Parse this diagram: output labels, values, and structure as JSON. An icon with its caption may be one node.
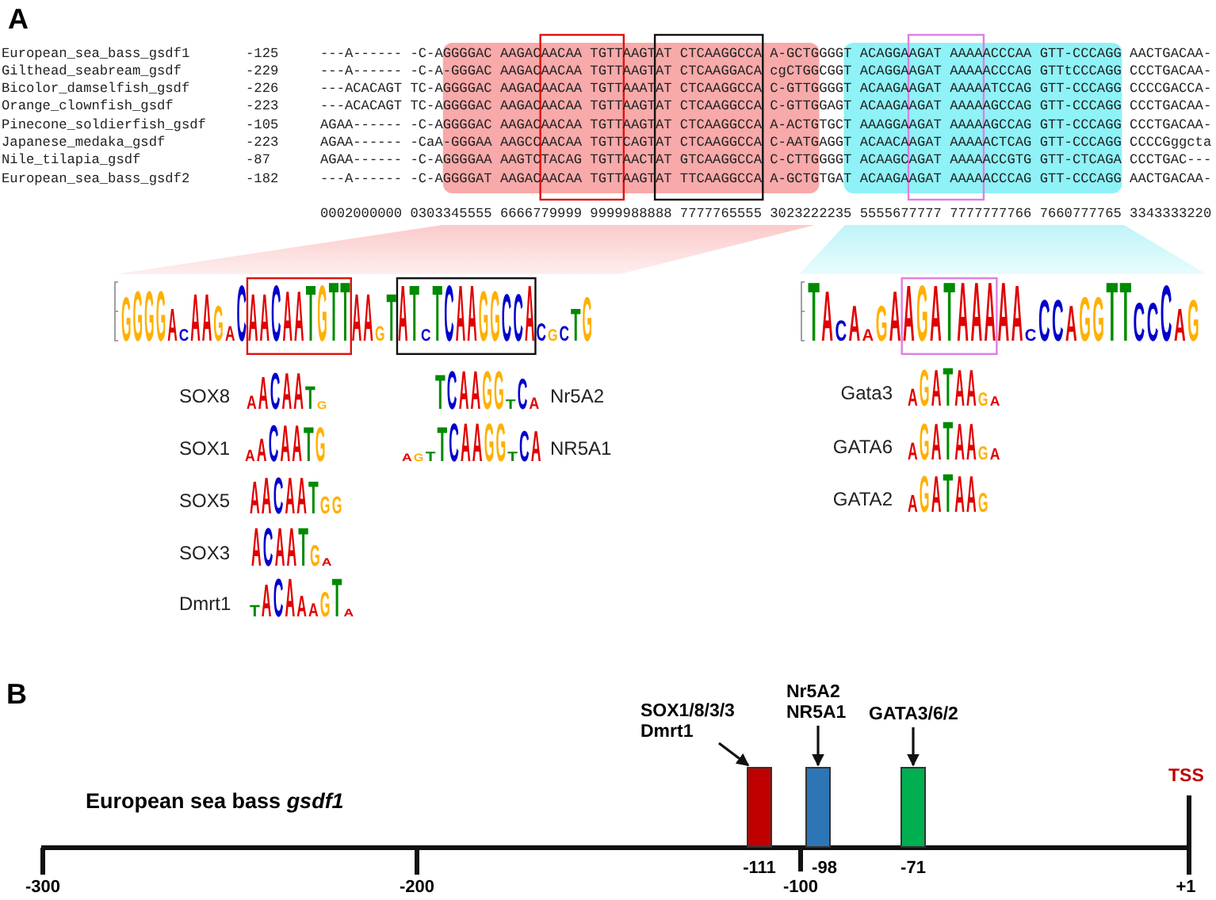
{
  "diagram": {
    "nodes": [
      {
        "text": [],
        "shape": "trapezoid"
      },
      {
        "text": [],
        "shape": "trapezoid"
      },
      {
        "text": [
          "SOX1/8/3/3",
          "Dmrt1"
        ]
      },
      {
        "text": [],
        "shape": "box",
        "beside": [
          "-111"
        ]
      },
      {
        "text": [
          "Nr5A2",
          "NR5A1"
        ]
      },
      {
        "text": [],
        "shape": "box",
        "beside": [
          "-98"
        ]
      },
      {
        "text": [
          "GATA3/6/2"
        ]
      },
      {
        "text": [],
        "shape": "box",
        "beside": [
          "-71"
        ]
      }
    ],
    "edges": [
      {
        "from": 2,
        "to": 3,
        "arrow": "to"
      },
      {
        "from": 4,
        "to": 5,
        "arrow": "to"
      },
      {
        "from": 6,
        "to": 7,
        "arrow": "to"
      }
    ],
    "labels": [
      "A",
      "European_sea_bass_gsdf1",
      "-125",
      "---A------ -C-AGGGGAC AAGACAACAA TGTTAAGTAT CTCAAGGCCA A-GCTGGGGT ACAGGAAGAT AAAAACCCAA GTT-CCCAGG AACTGACAA-",
      "Gilthead_seabream_gsdf",
      "-229",
      "---A------ -C-A-GGGAC AAGACAACAA TGTTAAGTAT CTCAAGGACA cgCTGGCGGT ACAGGAAGAT AAAAACCCAG GTTtCCCAGG CCCTGACAA-",
      "Bicolor_damselfish_gsdf",
      "-226",
      "---ACACAGT TC-AGGGGAC AAGACAACAA TGTTAAATAT CTCAAGGCCA C-GTTGGGGT ACAAGAAGAT AAAAATCCAG GTT-CCCAGG CCCCGACCA-",
      "Orange_clownfish_gsdf",
      "-223",
      "---ACACAGT TC-AGGGGAC AAGACAACAA TGTTAAGTAT CTCAAGGCCA C-GTTGGAGT ACAAGAAGAT AAAAAGCCAG GTT-CCCAGG CCCTGACAA-",
      "Pinecone_soldierfish_gsdf",
      "-105",
      "AGAA------ -C-AGGGGAC AAGACAACAA TGTTAAGTAT CTCAAGGCCA A-ACTGTGCT AAAGGAAGAT AAAAAGCCAG GTT-CCCAGG CCCTGACAA-",
      "Japanese_medaka_gsdf",
      "-223",
      "AGAA------ -CaA-GGGAA AAGCCAACAA TGTTCAGTAT CTCAAGGCCA C-AATGAGGT ACAACAAGAT AAAAACTCAG GTT-CCCAGG CCCCGggcta",
      "Nile_tilapia_gsdf",
      "-87",
      "AGAA------ -C-AGGGGAA AAGTCTACAG TGTTAACTAT GTCAAGGCCA C-CTTGGGGT ACAAGCAGAT AAAAACCGTG GTT-CTCAGA CCCTGAC---",
      "European_sea_bass_gsdf2",
      "-182",
      "---A------ -C-AGGGGAT AAGACAACAA TGTTAAGTAT TTCAAGGCCA A-GCTGTGAT ACAAGAAGAT AAAAACCCAG GTT-CCCAGG AACTGACAA-",
      "0002000000 0303345555 6666779999 9999988888 7777765555 3023222235 5555677777 7777777766 7660777765 3343333220",
      "GGGGACAAGACAACAATGTTAAGTATCTCAAGGCCACGCTG",
      "TACAAGAAGATAAAAACCCAGGTTCCCAG",
      "SOX8",
      "AACAATG",
      "TCAAGGTCA",
      "Nr5A2",
      "Gata3",
      "AGATAAGA",
      "SOX1",
      "AACAATG",
      "AGTTCAAGGTCA",
      "NR5A1",
      "GATA6",
      "AGATAAGA",
      "SOX5",
      "AACAATGG",
      "GATA2",
      "AGATAAG",
      "SOX3",
      "ACAATGA",
      "Dmrt1",
      "TACAAAGTA",
      "B",
      "European sea bass *gsdf1*",
      "TSS",
      "-300",
      "-200",
      "-100",
      "+1"
    ]
  }
}
